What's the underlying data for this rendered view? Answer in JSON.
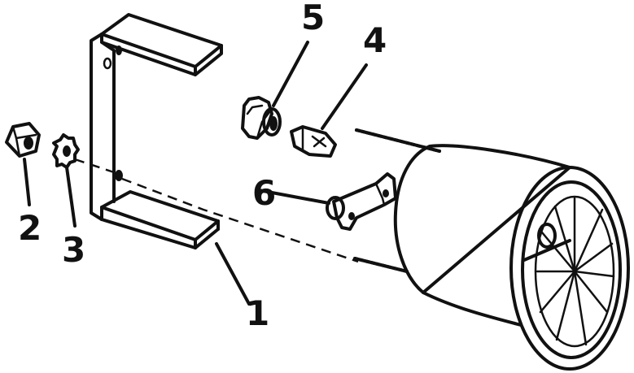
{
  "callouts": {
    "bracket": "1",
    "nut": "2",
    "washer": "3",
    "bulb": "4",
    "socket": "5",
    "clip": "6"
  },
  "colors": {
    "ink": "#111111",
    "paper": "#ffffff"
  }
}
